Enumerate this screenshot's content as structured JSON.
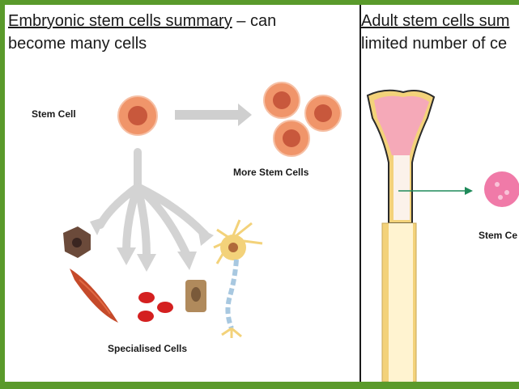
{
  "left_panel": {
    "title_underlined": "Embryonic stem cells summary",
    "title_rest_line1": " – can",
    "title_line2": "become many cells",
    "labels": {
      "stem_cell": "Stem Cell",
      "more_stem_cells": "More Stem Cells",
      "specialised_cells": "Specialised Cells"
    }
  },
  "right_panel": {
    "title_underlined": "Adult stem cells sum",
    "title_line2": "limited number of ce",
    "labels": {
      "stem_cell": "Stem Ce"
    }
  },
  "colors": {
    "border_green": "#5a9a2b",
    "stem_cell_orange": "#f0956a",
    "stem_cell_nucleus": "#c8583c",
    "arrow_grey": "#cfcfcf",
    "bone_yellow": "#f3d27a",
    "marrow_pink": "#f5a9b8",
    "arrow_green": "#1f8a5a"
  }
}
